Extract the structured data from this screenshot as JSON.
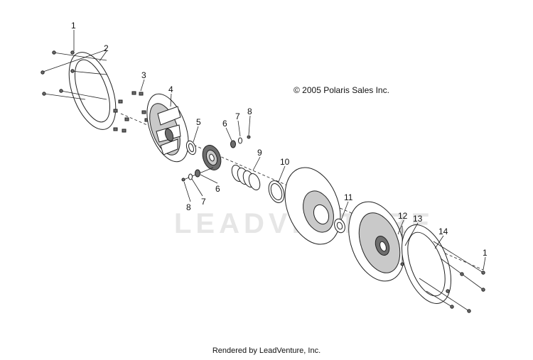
{
  "copyright": "© 2005 Polaris Sales Inc.",
  "watermark": "LEADVENTURE",
  "footer": "Rendered by LeadVenture, Inc.",
  "callouts": {
    "c1a": "1",
    "c2": "2",
    "c3": "3",
    "c4": "4",
    "c5": "5",
    "c6a": "6",
    "c7a": "7",
    "c8a": "8",
    "c9": "9",
    "c10": "10",
    "c6b": "6",
    "c7b": "7",
    "c8b": "8",
    "c11": "11",
    "c12": "12",
    "c13": "13",
    "c14": "14",
    "c1b": "1"
  }
}
